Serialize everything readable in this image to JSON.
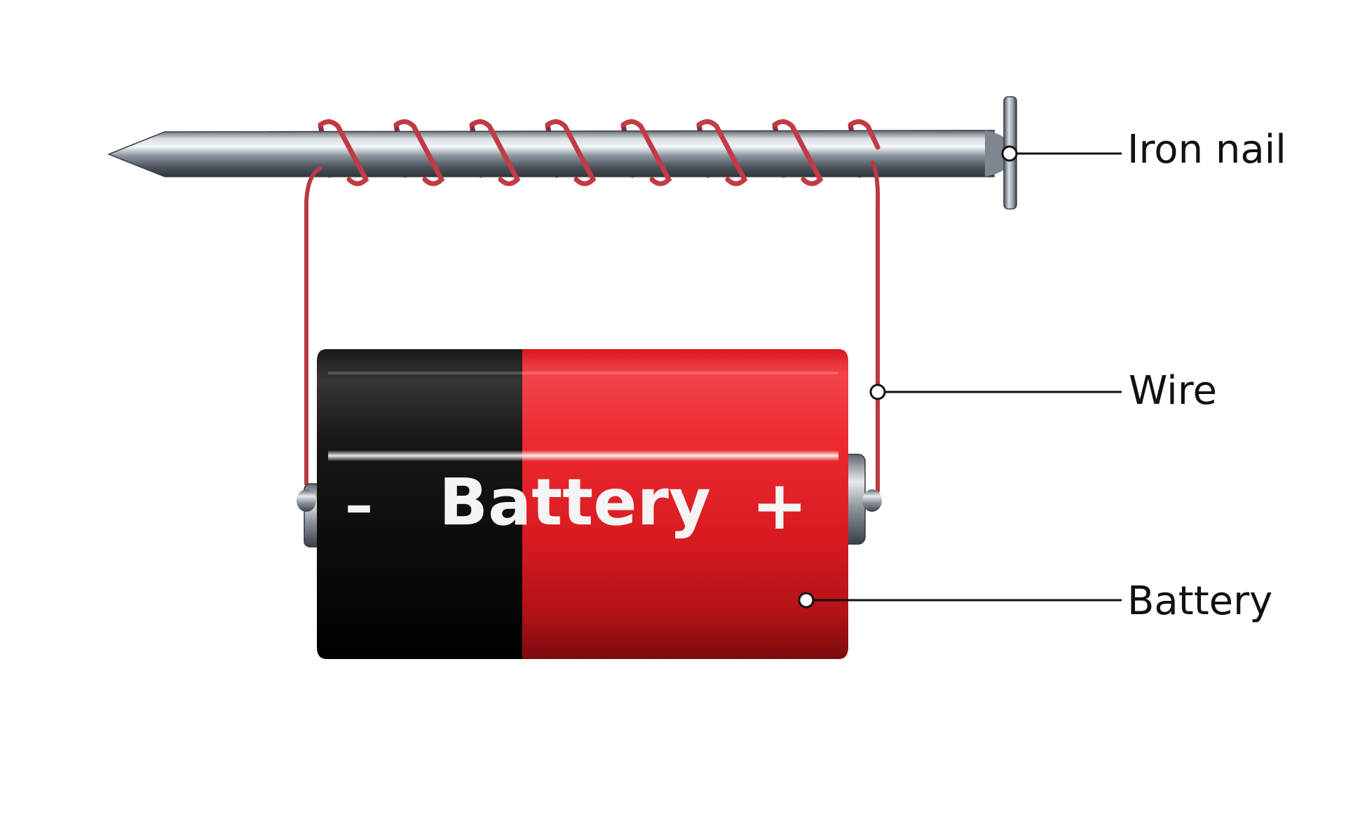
{
  "labels": {
    "iron_nail": "Iron nail",
    "wire": "Wire",
    "battery": "Battery"
  },
  "battery": {
    "brand_text": "Battery",
    "negative_symbol": "–",
    "positive_symbol": "+"
  },
  "colors": {
    "wire": "#b83a42",
    "battery_red": "#e81f25",
    "battery_black": "#0d0b0b",
    "nail": "#9aa3ac",
    "leader_line": "#111111"
  }
}
